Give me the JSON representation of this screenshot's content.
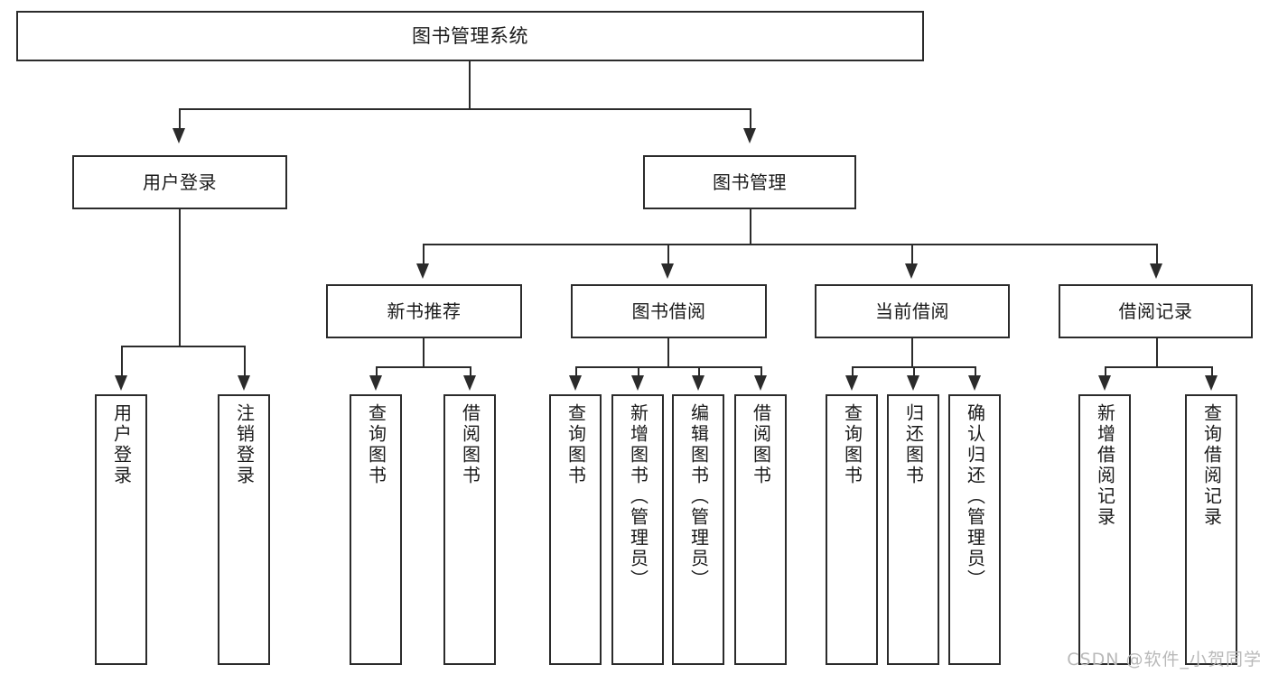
{
  "diagram": {
    "title": "图书管理系统",
    "watermark": "CSDN @软件_小贺同学",
    "colors": {
      "stroke": "#2b2b2b",
      "fill": "#ffffff",
      "text": "#1a1a1a",
      "watermark": "#b9b9b9"
    }
  },
  "nodes": {
    "root": {
      "label": "图书管理系统"
    },
    "level2": [
      {
        "id": "user-login",
        "label": "用户登录"
      },
      {
        "id": "book-manage",
        "label": "图书管理"
      }
    ],
    "level3": [
      {
        "id": "new-book-rec",
        "label": "新书推荐"
      },
      {
        "id": "book-borrow",
        "label": "图书借阅"
      },
      {
        "id": "current-borrow",
        "label": "当前借阅"
      },
      {
        "id": "borrow-record",
        "label": "借阅记录"
      }
    ],
    "leaves": {
      "user-login": [
        {
          "id": "leaf-user-login",
          "label": "用户登录"
        },
        {
          "id": "leaf-logout",
          "label": "注销登录"
        }
      ],
      "new-book-rec": [
        {
          "id": "leaf-query-book-1",
          "label": "查询图书"
        },
        {
          "id": "leaf-borrow-book-1",
          "label": "借阅图书"
        }
      ],
      "book-borrow": [
        {
          "id": "leaf-query-book-2",
          "label": "查询图书"
        },
        {
          "id": "leaf-add-book",
          "label": "新增图书（管理员）"
        },
        {
          "id": "leaf-edit-book",
          "label": "编辑图书（管理员）"
        },
        {
          "id": "leaf-borrow-book-2",
          "label": "借阅图书"
        }
      ],
      "current-borrow": [
        {
          "id": "leaf-query-book-3",
          "label": "查询图书"
        },
        {
          "id": "leaf-return-book",
          "label": "归还图书"
        },
        {
          "id": "leaf-confirm-return",
          "label": "确认归还（管理员）"
        }
      ],
      "borrow-record": [
        {
          "id": "leaf-add-record",
          "label": "新增借阅记录"
        },
        {
          "id": "leaf-query-record",
          "label": "查询借阅记录"
        }
      ]
    }
  }
}
